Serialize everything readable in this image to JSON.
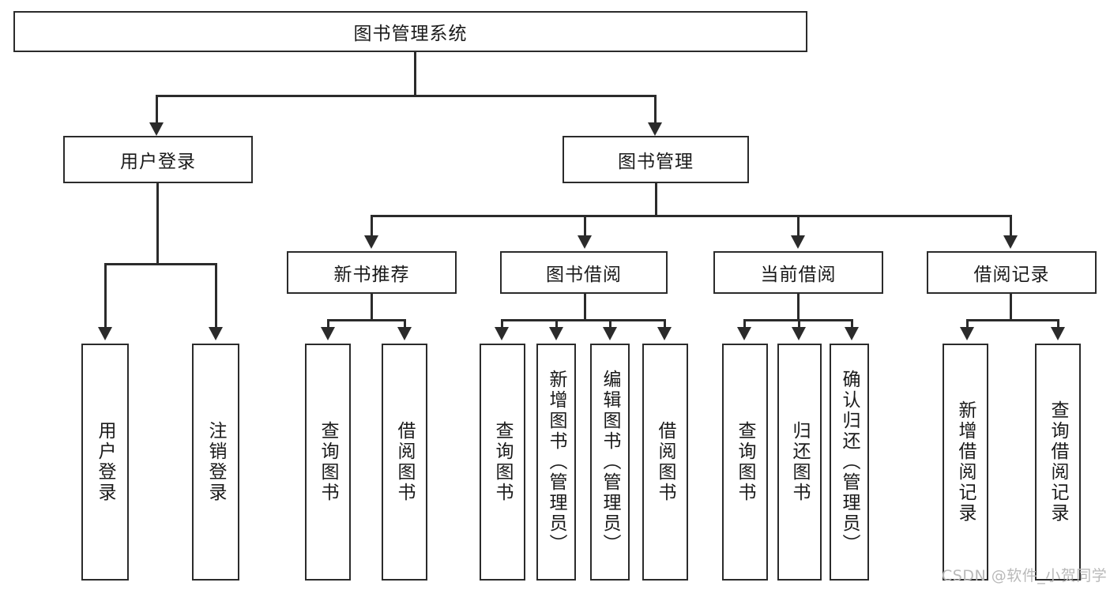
{
  "diagram": {
    "type": "tree-hierarchy",
    "title": "图书管理系统",
    "root": {
      "label": "图书管理系统"
    },
    "level2": [
      {
        "label": "用户登录"
      },
      {
        "label": "图书管理"
      }
    ],
    "level3": [
      {
        "label": "新书推荐"
      },
      {
        "label": "图书借阅"
      },
      {
        "label": "当前借阅"
      },
      {
        "label": "借阅记录"
      }
    ],
    "leaves": {
      "user_login": [
        {
          "label": "用户登录"
        },
        {
          "label": "注销登录"
        }
      ],
      "new_book_recommend": [
        {
          "label": "查询图书"
        },
        {
          "label": "借阅图书"
        }
      ],
      "book_borrow": [
        {
          "label": "查询图书"
        },
        {
          "label": "新增图书（管理员）"
        },
        {
          "label": "编辑图书（管理员）"
        },
        {
          "label": "借阅图书"
        }
      ],
      "current_borrow": [
        {
          "label": "查询图书"
        },
        {
          "label": "归还图书"
        },
        {
          "label": "确认归还（管理员）"
        }
      ],
      "borrow_record": [
        {
          "label": "新增借阅记录"
        },
        {
          "label": "查询借阅记录"
        }
      ]
    }
  },
  "watermark": {
    "text": "CSDN @软件_小贺同学"
  },
  "colors": {
    "stroke": "#2b2b2b",
    "text": "#1a1a1a",
    "background": "#ffffff",
    "watermark": "#b9b9b9"
  }
}
